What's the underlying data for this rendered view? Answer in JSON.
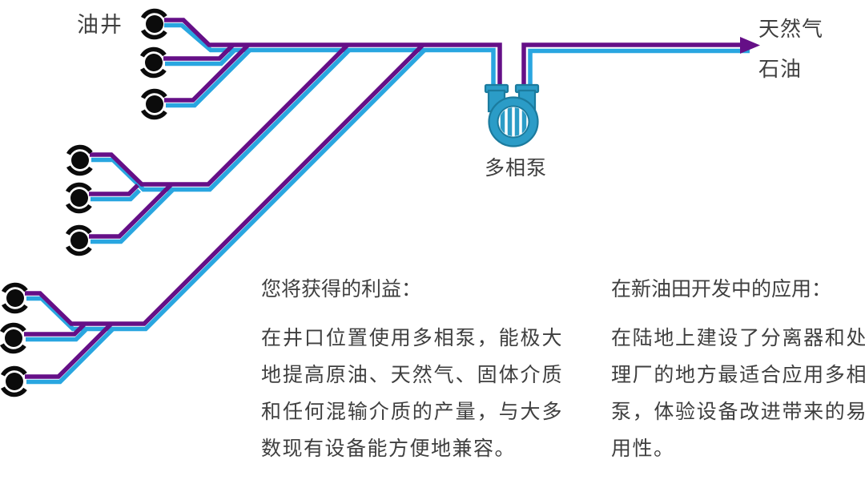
{
  "colors": {
    "pipe_oil_purple": "#650F87",
    "pipe_gas_cyan": "#29A6E0",
    "pump_fill": "#2B9CC7",
    "pump_outline": "#1B7B9E",
    "well_black": "#0B0B0B",
    "text": "#3F3F3F"
  },
  "diagram": {
    "wells_label": "油井",
    "pump_label": "多相泵",
    "output_gas_label": "天然气",
    "output_oil_label": "石油",
    "icons": {
      "well": "oil-well-icon",
      "pump": "multiphase-pump-icon",
      "arrow": "flow-arrow-icon"
    }
  },
  "benefits": {
    "heading": "您将获得的利益：",
    "body": "在井口位置使用多相泵，能极大地提高原油、天然气、固体介质和任何混输介质的产量，与大多数现有设备能方便地兼容。"
  },
  "application": {
    "heading": "在新油田开发中的应用：",
    "body": "在陆地上建设了分离器和处理厂的地方最适合应用多相泵，体验设备改进带来的易用性。"
  }
}
